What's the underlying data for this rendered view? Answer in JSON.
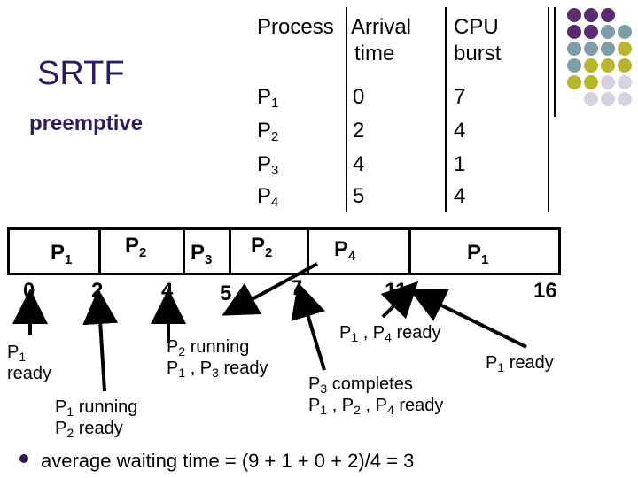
{
  "title": "SRTF",
  "subtitle": "preemptive",
  "table": {
    "headers": {
      "process": "Process",
      "arrival_line1": "Arrival",
      "arrival_line2": "time",
      "burst_line1": "CPU",
      "burst_line2": "burst"
    },
    "rows": [
      {
        "p": "P",
        "sub": "1",
        "arrival": "0",
        "burst": "7"
      },
      {
        "p": "P",
        "sub": "2",
        "arrival": "2",
        "burst": "4"
      },
      {
        "p": "P",
        "sub": "3",
        "arrival": "4",
        "burst": "1"
      },
      {
        "p": "P",
        "sub": "4",
        "arrival": "5",
        "burst": "4"
      }
    ]
  },
  "gantt": {
    "segments": [
      {
        "p": "P",
        "sub": "1"
      },
      {
        "p": "P",
        "sub": "2"
      },
      {
        "p": "P",
        "sub": "3"
      },
      {
        "p": "P",
        "sub": "2"
      },
      {
        "p": "P",
        "sub": "4"
      },
      {
        "p": "P",
        "sub": "1"
      }
    ],
    "ticks": [
      "0",
      "2",
      "4",
      "5",
      "7",
      "11",
      "16"
    ]
  },
  "annotations": {
    "t0": {
      "line1_p": "P",
      "line1_sub": "1",
      "line2": "ready"
    },
    "t2": {
      "line1_p": "P",
      "line1_sub": "1",
      "line1_rest": " running",
      "line2_p": "P",
      "line2_sub": "2",
      "line2_rest": " ready"
    },
    "t5": {
      "line1_p": "P",
      "line1_sub": "2",
      "line1_rest": " running",
      "line2_a": "P",
      "line2_a_sub": "1",
      "line2_mid": " , P",
      "line2_b_sub": "3",
      "line2_rest": " ready"
    },
    "t7": {
      "line1_p": "P",
      "line1_sub": "3",
      "line1_rest": " completes",
      "line2_a": "P",
      "line2_a_sub": "1",
      "line2_mid1": " , P",
      "line2_b_sub": "2",
      "line2_mid2": " , P",
      "line2_c_sub": "4",
      "line2_rest": " ready"
    },
    "t11": {
      "a": "P",
      "a_sub": "1",
      "mid": " , P",
      "b_sub": "4",
      "rest": " ready"
    },
    "t16": {
      "p": "P",
      "sub": "1",
      "rest": "  ready"
    }
  },
  "average_line": "average waiting time = (9 + 1 + 0 + 2)/4 = 3",
  "colors": {
    "purple": "#5b2c6f",
    "teal": "#7f9ea8",
    "olive": "#b8b52e",
    "lavender": "#d4d2e0",
    "title": "#2e1a5c"
  }
}
